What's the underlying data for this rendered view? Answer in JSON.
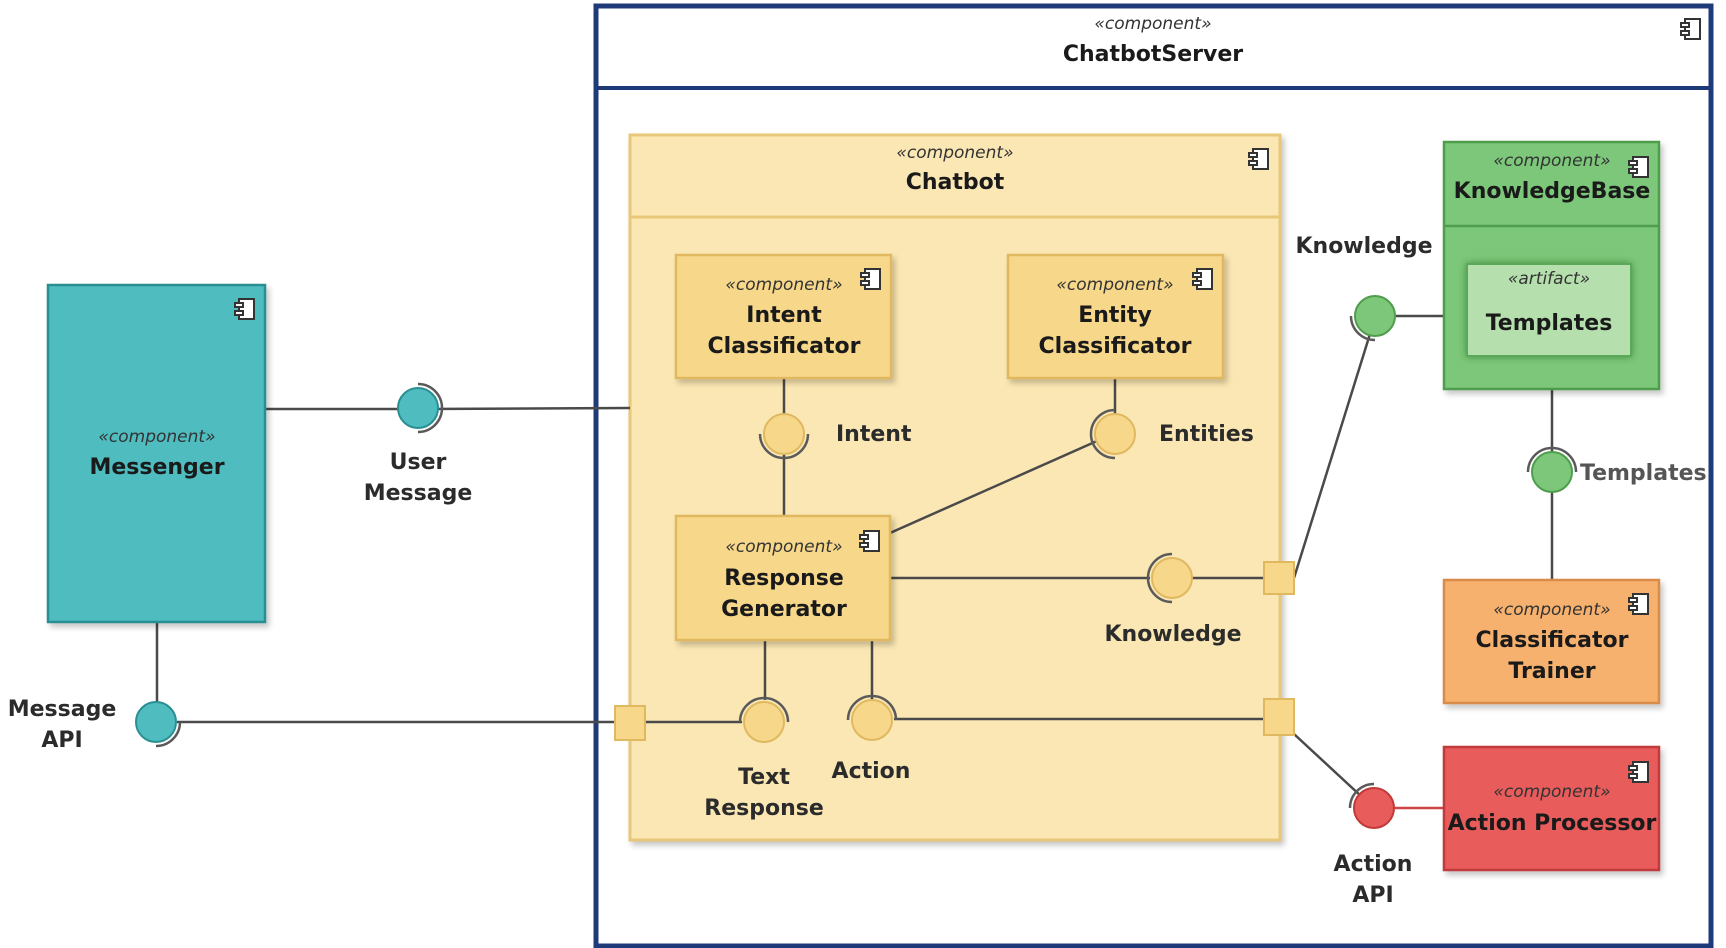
{
  "server": {
    "stereotype": "«component»",
    "name": "ChatbotServer"
  },
  "chatbot": {
    "stereotype": "«component»",
    "name": "Chatbot"
  },
  "intent_classifier": {
    "stereotype": "«component»",
    "line1": "Intent",
    "line2": "Classificator"
  },
  "entity_classifier": {
    "stereotype": "«component»",
    "line1": "Entity",
    "line2": "Classificator"
  },
  "response_generator": {
    "stereotype": "«component»",
    "line1": "Response",
    "line2": "Generator"
  },
  "messenger": {
    "stereotype": "«component»",
    "name": "Messenger"
  },
  "knowledge_base": {
    "stereotype": "«component»",
    "name": "KnowledgeBase"
  },
  "templates_artifact": {
    "stereotype": "«artifact»",
    "name": "Templates"
  },
  "classificator_trainer": {
    "stereotype": "«component»",
    "line1": "Classificator",
    "line2": "Trainer"
  },
  "action_processor": {
    "stereotype": "«component»",
    "name": "Action Processor"
  },
  "interfaces": {
    "user_message": {
      "line1": "User",
      "line2": "Message"
    },
    "message_api": {
      "line1": "Message",
      "line2": "API"
    },
    "intent": "Intent",
    "entities": "Entities",
    "knowledge_inner": "Knowledge",
    "knowledge_outer": "Knowledge",
    "templates": "Templates",
    "text_response": {
      "line1": "Text",
      "line2": "Response"
    },
    "action": "Action",
    "action_api": {
      "line1": "Action",
      "line2": "API"
    }
  },
  "colors": {
    "server_border": "#1f3a78",
    "chatbot_fill": "#fbe7b3",
    "chatbot_border": "#e8c878",
    "inner_fill": "#f7d88a",
    "messenger_fill": "#4fbcbf",
    "knowledge_fill": "#7dc77a",
    "artifact_fill": "#b5e0ae",
    "trainer_fill": "#f6b16e",
    "action_fill": "#e85c5c"
  }
}
